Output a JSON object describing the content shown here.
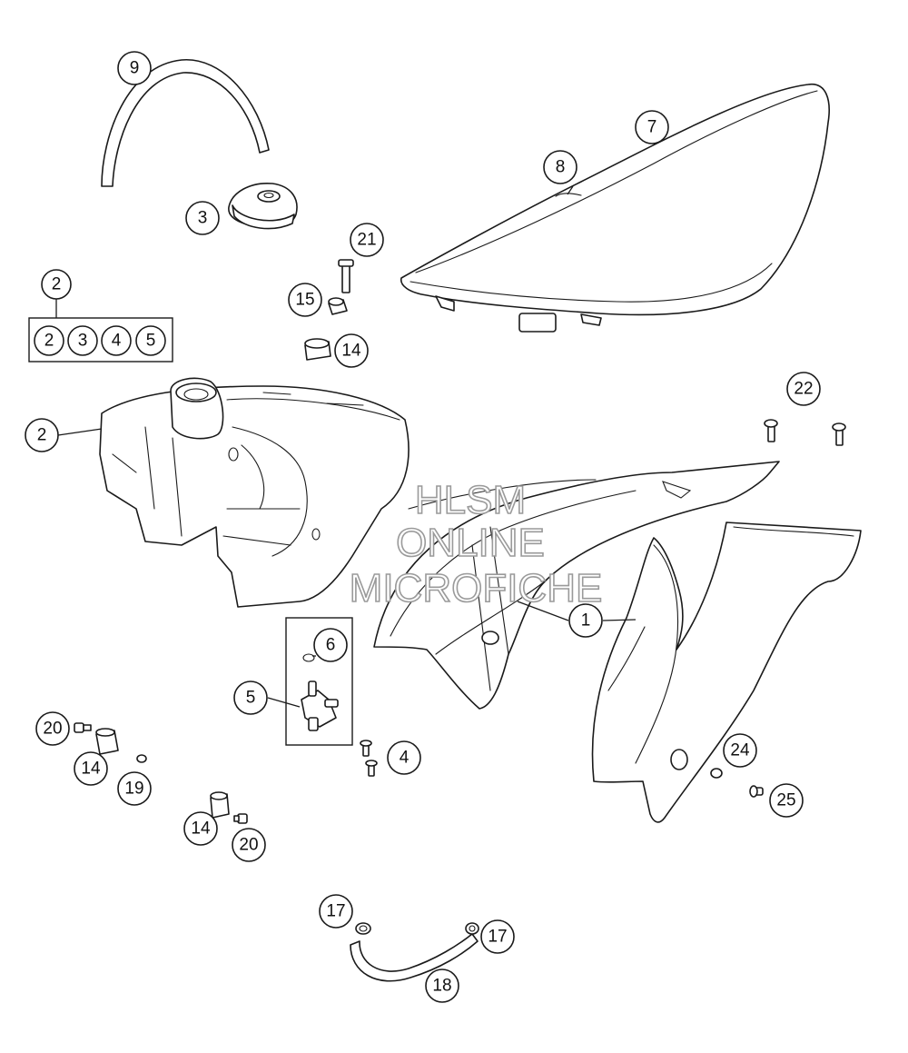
{
  "watermark": {
    "line1": "HLSM",
    "line2": "ONLINE",
    "line3": "MICROFICHE"
  },
  "callouts": [
    {
      "id": "c9",
      "label": "9"
    },
    {
      "id": "c7",
      "label": "7"
    },
    {
      "id": "c8",
      "label": "8"
    },
    {
      "id": "c3",
      "label": "3"
    },
    {
      "id": "c21",
      "label": "21"
    },
    {
      "id": "c2-kit",
      "label": "2"
    },
    {
      "id": "c2-kit-a",
      "label": "2"
    },
    {
      "id": "c3-kit",
      "label": "3"
    },
    {
      "id": "c4-kit",
      "label": "4"
    },
    {
      "id": "c5-kit",
      "label": "5"
    },
    {
      "id": "c15",
      "label": "15"
    },
    {
      "id": "c14-top",
      "label": "14"
    },
    {
      "id": "c2-tank",
      "label": "2"
    },
    {
      "id": "c22",
      "label": "22"
    },
    {
      "id": "c1",
      "label": "1"
    },
    {
      "id": "c6",
      "label": "6"
    },
    {
      "id": "c5",
      "label": "5"
    },
    {
      "id": "c4",
      "label": "4"
    },
    {
      "id": "c20-left",
      "label": "20"
    },
    {
      "id": "c14-left",
      "label": "14"
    },
    {
      "id": "c19",
      "label": "19"
    },
    {
      "id": "c24",
      "label": "24"
    },
    {
      "id": "c25",
      "label": "25"
    },
    {
      "id": "c14-bottom",
      "label": "14"
    },
    {
      "id": "c20-bottom",
      "label": "20"
    },
    {
      "id": "c17-left",
      "label": "17"
    },
    {
      "id": "c17-right",
      "label": "17"
    },
    {
      "id": "c18",
      "label": "18"
    }
  ]
}
